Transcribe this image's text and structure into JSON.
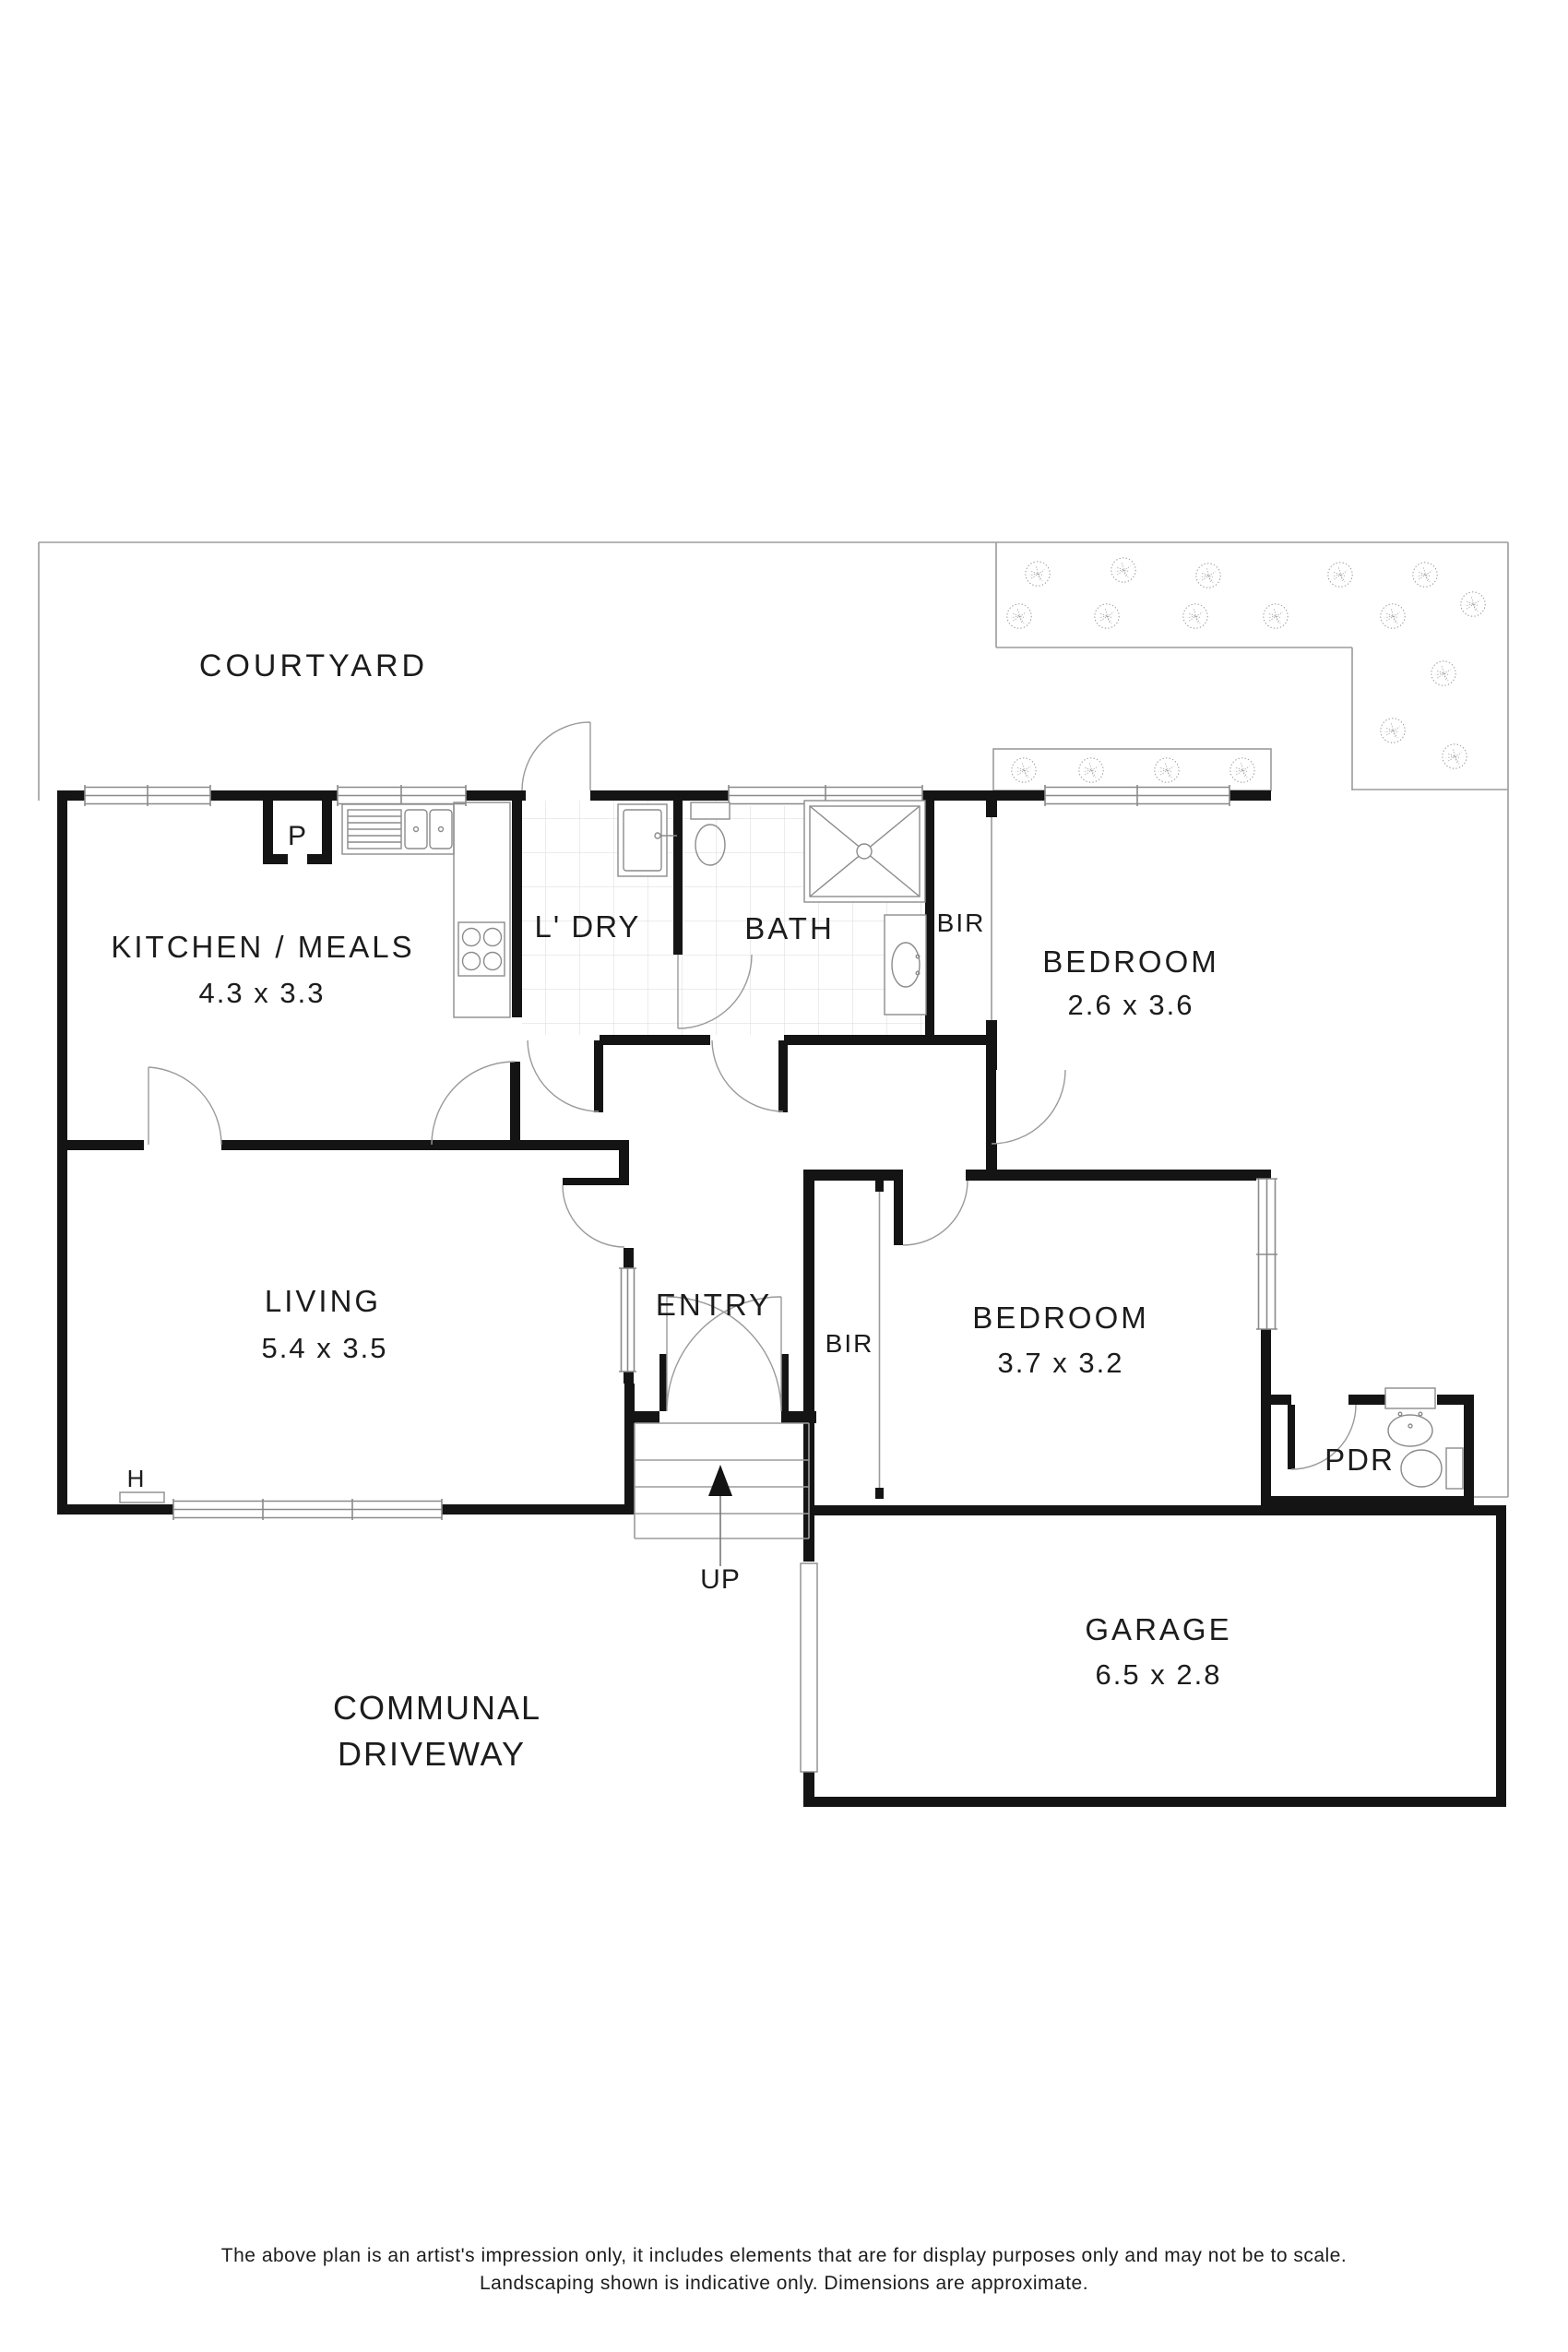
{
  "labels": {
    "courtyard": "COURTYARD",
    "pantry": "P",
    "kitchen": {
      "name": "KITCHEN / MEALS",
      "dims": "4.3 x 3.3"
    },
    "laundry": "L' DRY",
    "bath": "BATH",
    "bir_bath": "BIR",
    "bedroom1": {
      "name": "BEDROOM",
      "dims": "2.6 x 3.6"
    },
    "living": {
      "name": "LIVING",
      "dims": "5.4 x 3.5"
    },
    "entry": "ENTRY",
    "bir_bedroom2": "BIR",
    "bedroom2": {
      "name": "BEDROOM",
      "dims": "3.7 x 3.2"
    },
    "pdr": "PDR",
    "heater": "H",
    "stairs_up": "UP",
    "garage": {
      "name": "GARAGE",
      "dims": "6.5 x 2.8"
    },
    "driveway": {
      "line1": "COMMUNAL",
      "line2": "DRIVEWAY"
    }
  },
  "footer": {
    "line1": "The above plan is an artist's impression only, it includes elements that are for display purposes only and may not be to scale.",
    "line2": "Landscaping shown is indicative only. Dimensions are approximate."
  },
  "colors": {
    "wall": "#141414",
    "thin_line": "#9b9b9b",
    "text": "#1c1c1c"
  }
}
